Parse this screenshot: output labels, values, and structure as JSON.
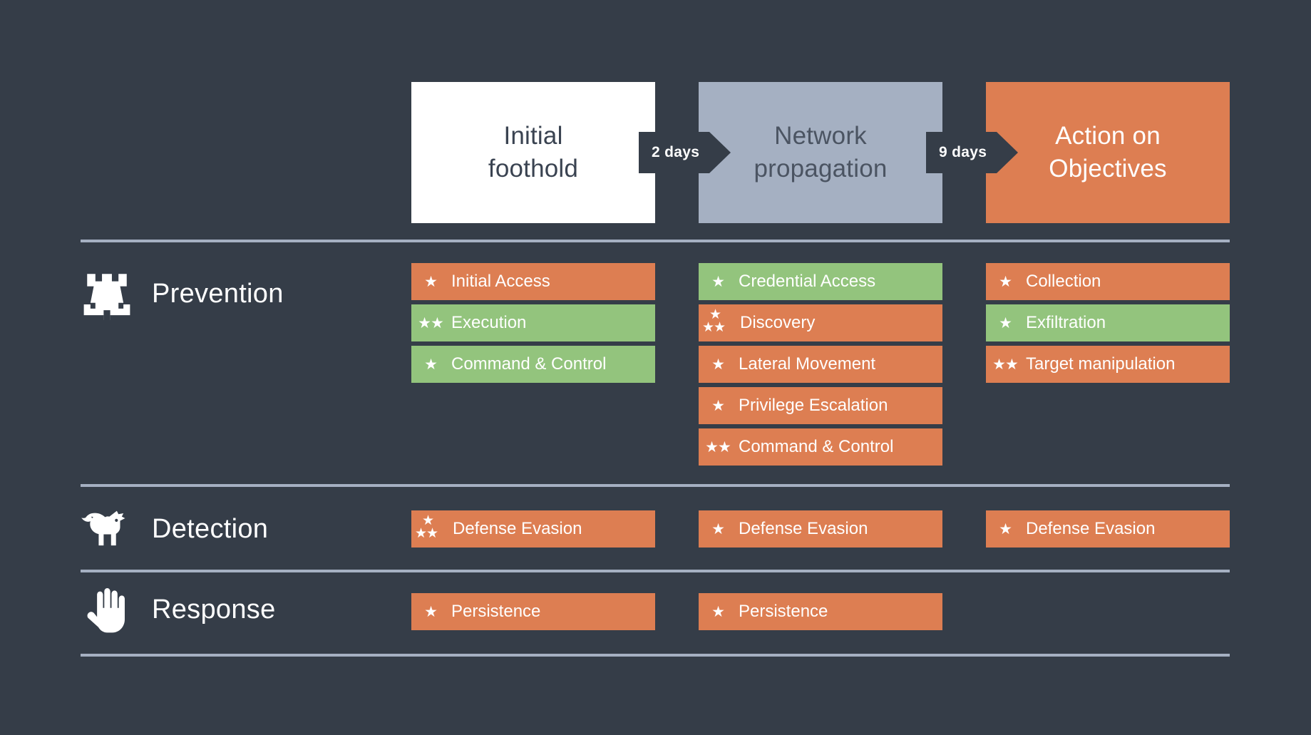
{
  "theme": {
    "background": "#353d48",
    "divider": "#a5b0c2",
    "severity_high": "#dd7e52",
    "severity_low": "#93c47d",
    "phase_1_bg": "#ffffff",
    "phase_2_bg": "#a5b0c2",
    "phase_3_bg": "#dd7e52"
  },
  "timeline": {
    "phases": [
      {
        "label": "Initial\nfoothold",
        "line1": "Initial",
        "line2": "foothold"
      },
      {
        "label": "Network\npropagation",
        "line1": "Network",
        "line2": "propagation"
      },
      {
        "label": "Action on\nObjectives",
        "line1": "Action on",
        "line2": "Objectives"
      }
    ],
    "gaps": [
      {
        "label": "2 days"
      },
      {
        "label": "9 days"
      }
    ]
  },
  "rows": [
    {
      "title": "Prevention",
      "icon": "castle-tower-icon",
      "columns": [
        [
          {
            "label": "Initial Access",
            "stars": 1,
            "severity": "high"
          },
          {
            "label": "Execution",
            "stars": 2,
            "severity": "low"
          },
          {
            "label": "Command & Control",
            "stars": 1,
            "severity": "low"
          }
        ],
        [
          {
            "label": "Credential Access",
            "stars": 1,
            "severity": "low"
          },
          {
            "label": "Discovery",
            "stars": 3,
            "severity": "high"
          },
          {
            "label": "Lateral Movement",
            "stars": 1,
            "severity": "high"
          },
          {
            "label": "Privilege Escalation",
            "stars": 1,
            "severity": "high"
          },
          {
            "label": "Command & Control",
            "stars": 2,
            "severity": "high"
          }
        ],
        [
          {
            "label": "Collection",
            "stars": 1,
            "severity": "high"
          },
          {
            "label": "Exfiltration",
            "stars": 1,
            "severity": "low"
          },
          {
            "label": "Target manipulation",
            "stars": 2,
            "severity": "high"
          }
        ]
      ]
    },
    {
      "title": "Detection",
      "icon": "guard-dog-icon",
      "columns": [
        [
          {
            "label": "Defense Evasion",
            "stars": 3,
            "severity": "high"
          }
        ],
        [
          {
            "label": "Defense Evasion",
            "stars": 1,
            "severity": "high"
          }
        ],
        [
          {
            "label": "Defense Evasion",
            "stars": 1,
            "severity": "high"
          }
        ]
      ]
    },
    {
      "title": "Response",
      "icon": "stop-hand-icon",
      "columns": [
        [
          {
            "label": "Persistence",
            "stars": 1,
            "severity": "high"
          }
        ],
        [
          {
            "label": "Persistence",
            "stars": 1,
            "severity": "high"
          }
        ],
        []
      ]
    }
  ],
  "star_glyph": "★"
}
